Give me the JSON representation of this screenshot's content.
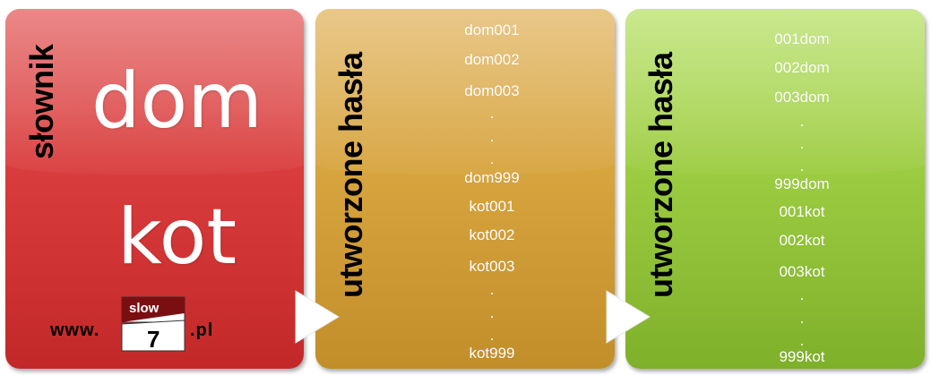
{
  "dictionary": {
    "title": "słownik",
    "words": [
      "dom",
      "kot"
    ]
  },
  "logo": {
    "prefix": "www.",
    "badge_top": "slow",
    "badge_num": "7",
    "suffix": ".pl"
  },
  "generated_suffix": {
    "title": "utworzone hasła",
    "items": [
      "dom001",
      "dom002",
      "dom003",
      ".",
      ".",
      ".",
      "dom999",
      "kot001",
      "kot002",
      "kot003",
      ".",
      ".",
      ".",
      "kot999"
    ]
  },
  "generated_prefix": {
    "title": "utworzone hasła",
    "items": [
      "001dom",
      "002dom",
      "003dom",
      ".",
      ".",
      ".",
      "999dom",
      "001kot",
      "002kot",
      "003kot",
      ".",
      ".",
      ".",
      "999kot"
    ]
  },
  "colors": {
    "dictionary": "#d93c3c",
    "generated_suffix": "#d7a43e",
    "generated_prefix": "#9ccc41",
    "arrow": "#ffffff"
  }
}
